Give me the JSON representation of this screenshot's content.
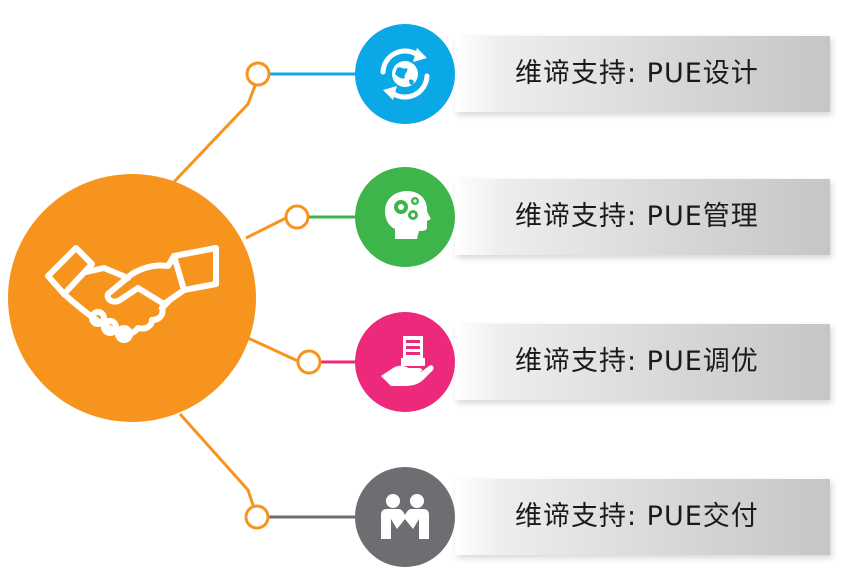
{
  "colors": {
    "hub": "#f7941d",
    "blue": "#0aa8e6",
    "green": "#3db54a",
    "pink": "#ec297b",
    "gray": "#6d6e71",
    "connector_orange": "#f7941d"
  },
  "hub": {
    "icon": "handshake-icon"
  },
  "items": [
    {
      "label": "维谛支持: PUE设计",
      "icon": "globe-refresh-icon",
      "color": "#0aa8e6"
    },
    {
      "label": "维谛支持: PUE管理",
      "icon": "head-gears-icon",
      "color": "#3db54a"
    },
    {
      "label": "维谛支持: PUE调优",
      "icon": "hand-documents-icon",
      "color": "#ec297b"
    },
    {
      "label": "维谛支持: PUE交付",
      "icon": "people-icon",
      "color": "#6d6e71"
    }
  ]
}
